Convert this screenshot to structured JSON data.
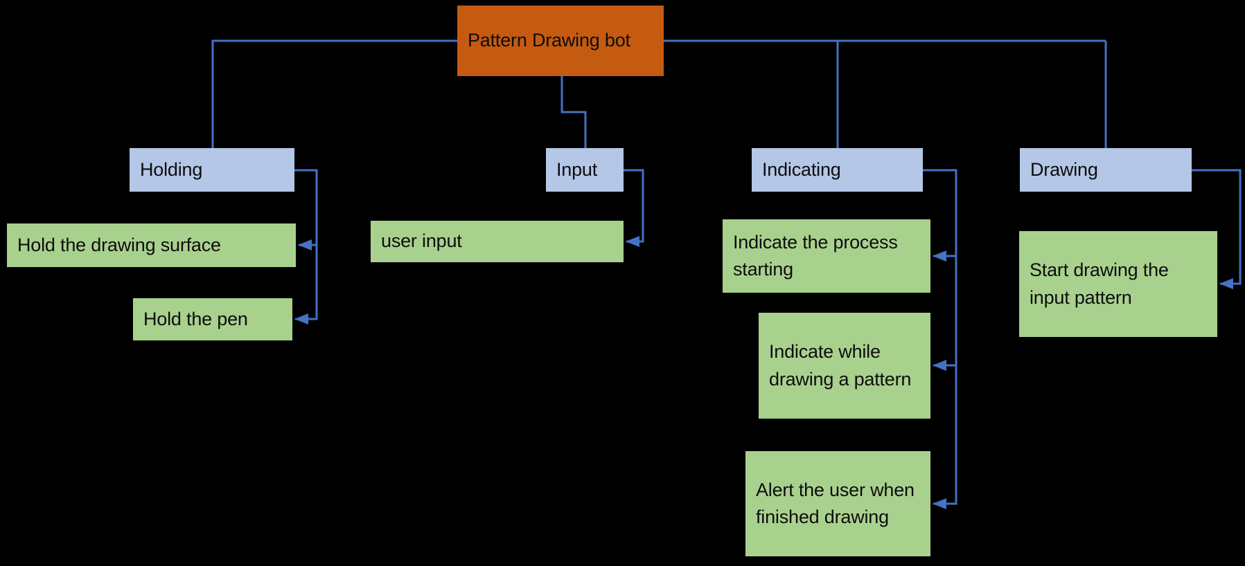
{
  "diagram": {
    "root": {
      "label": "Pattern Drawing bot"
    },
    "branches": [
      {
        "label": "Holding",
        "children": [
          {
            "label": "Hold the drawing surface"
          },
          {
            "label": "Hold the pen"
          }
        ]
      },
      {
        "label": "Input",
        "children": [
          {
            "label": "user input"
          }
        ]
      },
      {
        "label": "Indicating",
        "children": [
          {
            "label": "Indicate the process starting"
          },
          {
            "label": "Indicate while drawing a pattern"
          },
          {
            "label": "Alert the user when finished drawing"
          }
        ]
      },
      {
        "label": "Drawing",
        "children": [
          {
            "label": "Start drawing the input pattern"
          }
        ]
      }
    ]
  },
  "icons": {
    "arrowhead": "solid-left-triangle"
  },
  "colors": {
    "background": "#000000",
    "root_fill": "#C55A11",
    "branch_fill": "#B4C7E7",
    "leaf_fill": "#A9D18E",
    "connector": "#4472C4",
    "text": "#0D0D0D"
  }
}
